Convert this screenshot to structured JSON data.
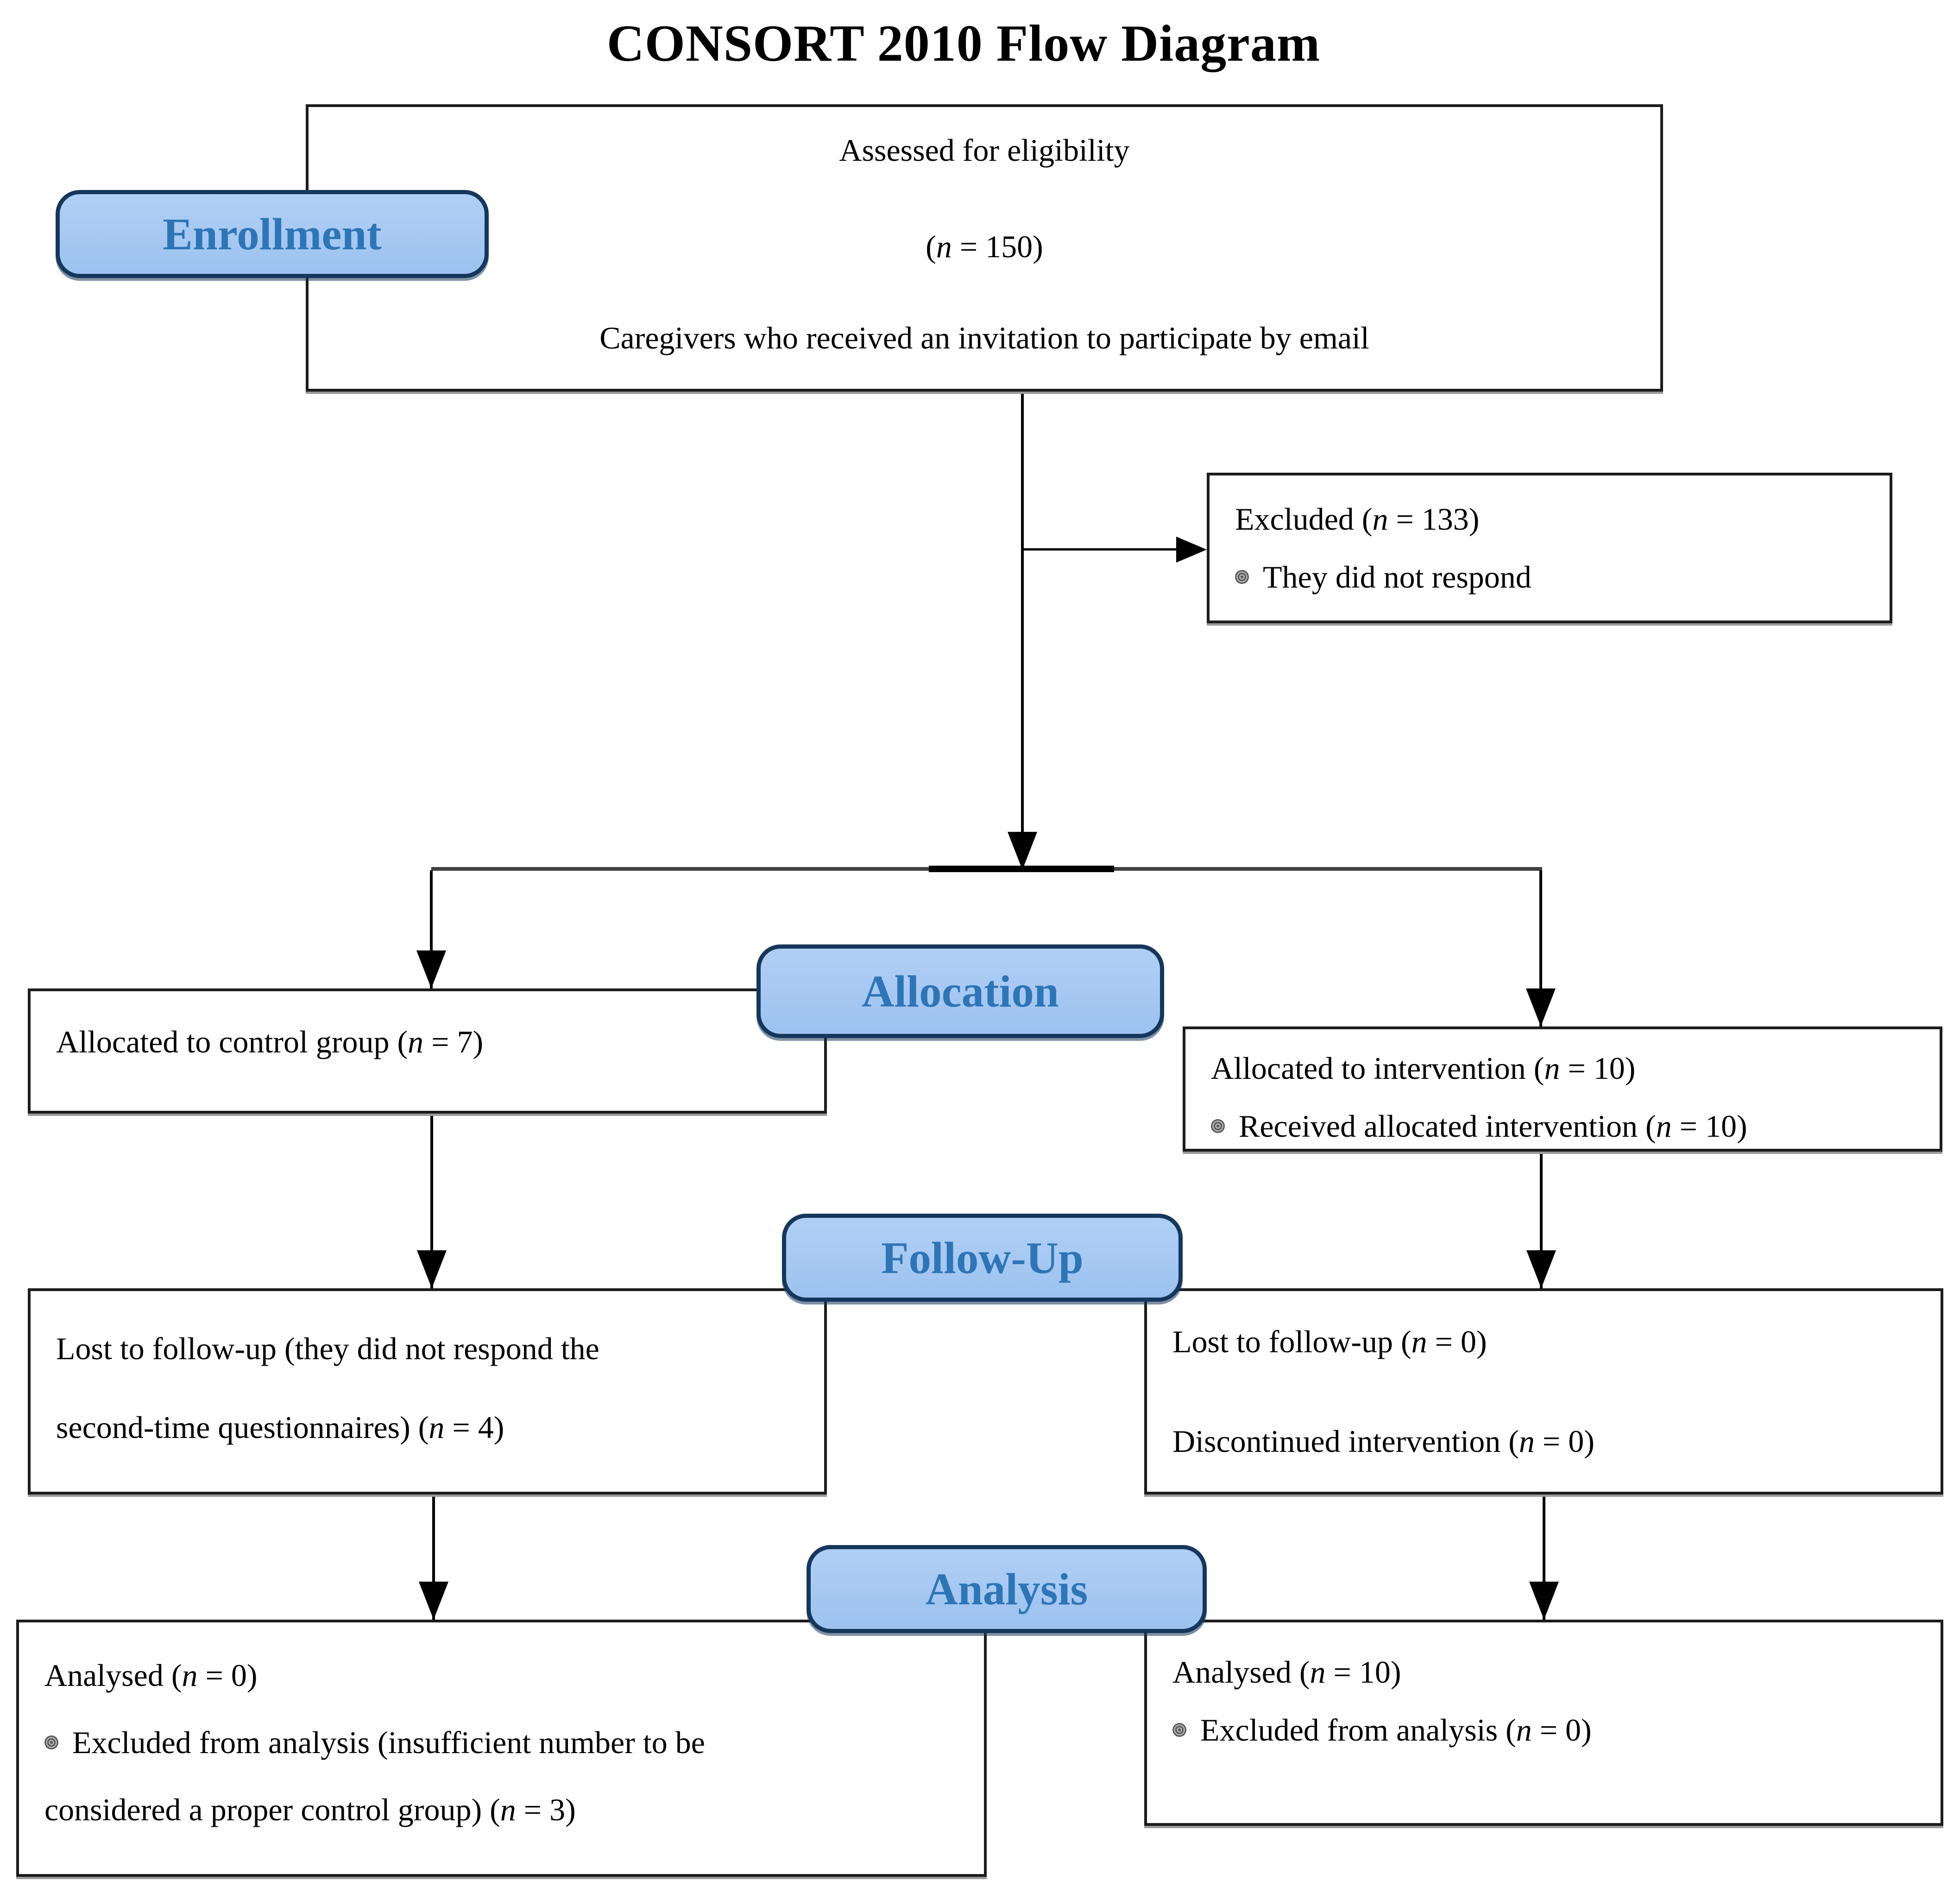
{
  "title": "CONSORT 2010 Flow Diagram",
  "colors": {
    "stage-fill-top": "#b0cff6",
    "stage-fill-bottom": "#9dc2ef",
    "stage-border": "#16365c",
    "stage-text": "#2e75b6",
    "box-border": "#1c1c1c",
    "line": "#000000"
  },
  "stage_labels": {
    "enrollment": "Enrollment",
    "allocation": "Allocation",
    "followup": "Follow-Up",
    "analysis": "Analysis"
  },
  "boxes": {
    "eligibility": {
      "line1": "Assessed for eligibility",
      "line2": "(n = 150)",
      "line3": "Caregivers who received an invitation to participate by email"
    },
    "excluded": {
      "line1": "Excluded (n = 133)",
      "bullet1": "They did not respond"
    },
    "allocation_control": {
      "line1": "Allocated to control group (n = 7)"
    },
    "allocation_intervention": {
      "line1": "Allocated to intervention (n = 10)",
      "bullet1": "Received allocated intervention (n = 10)"
    },
    "followup_control": {
      "line1": "Lost to follow-up (they did not respond the",
      "line2": "second-time questionnaires) (n = 4)"
    },
    "followup_intervention": {
      "line1": "Lost to follow-up (n = 0)",
      "line2": "Discontinued intervention (n = 0)"
    },
    "analysis_control": {
      "line1": "Analysed (n = 0)",
      "bullet1": "Excluded from analysis (insufficient number to be",
      "line2": "considered a proper control group) (n = 3)"
    },
    "analysis_intervention": {
      "line1": "Analysed (n = 10)",
      "bullet1": "Excluded from analysis (n = 0)"
    }
  },
  "icons": {
    "bullet": "halftone-circle-bullet"
  }
}
